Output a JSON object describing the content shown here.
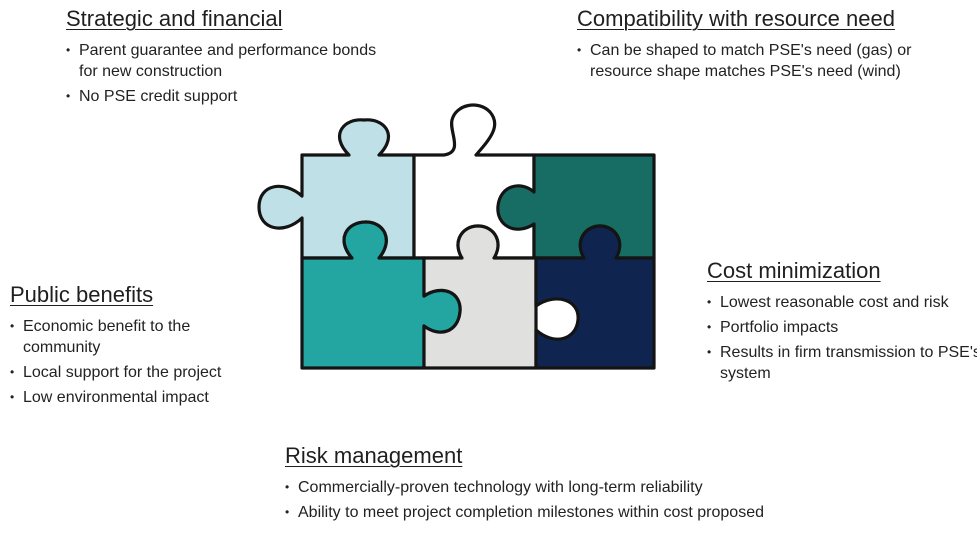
{
  "strategic": {
    "title": "Strategic and financial",
    "bullets": [
      "Parent guarantee and performance bonds for new construction",
      "No PSE credit support"
    ]
  },
  "compatibility": {
    "title": "Compatibility with resource need",
    "bullets": [
      "Can be shaped to match PSE's need (gas) or resource shape matches PSE's need (wind)"
    ]
  },
  "public": {
    "title": "Public benefits",
    "bullets": [
      "Economic benefit to the community",
      "Local support for the project",
      "Low environmental impact"
    ]
  },
  "cost": {
    "title": "Cost minimization",
    "bullets": [
      "Lowest reasonable cost and risk",
      "Portfolio impacts",
      "Results in firm transmission to PSE's system"
    ]
  },
  "risk": {
    "title": "Risk management",
    "bullets": [
      "Commercially-proven technology with long-term reliability",
      "Ability to meet project completion milestones within cost proposed"
    ]
  },
  "puzzle_colors": {
    "light_blue": "#bfe0e6",
    "white": "#ffffff",
    "dark_teal": "#176d64",
    "teal": "#23a6a1",
    "light_gray": "#e0e0de",
    "navy": "#0f2550"
  }
}
